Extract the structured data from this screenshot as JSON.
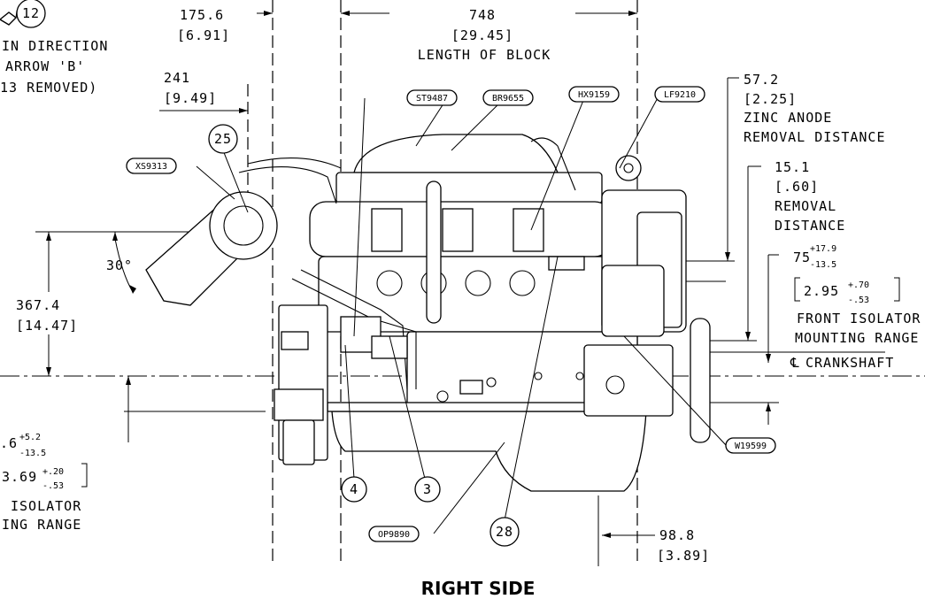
{
  "title": "RIGHT SIDE",
  "dimensions": {
    "block_top_mm": "175.6",
    "block_top_in": "[6.91]",
    "block_length_mm": "748",
    "block_length_in": "[29.45]",
    "block_length_label": "LENGTH OF BLOCK",
    "d241_mm": "241",
    "d241_in": "[9.49]",
    "zinc_mm": "57.2",
    "zinc_in": "[2.25]",
    "zinc_label1": "ZINC ANODE",
    "zinc_label2": "REMOVAL DISTANCE",
    "removal_mm": "15.1",
    "removal_in": "[.60]",
    "removal_label1": "REMOVAL",
    "removal_label2": "DISTANCE",
    "front_mm": "75",
    "front_mm_plus": "+17.9",
    "front_mm_minus": "-13.5",
    "front_in": "2.95",
    "front_in_plus": "+.70",
    "front_in_minus": "-.53",
    "front_label1": "FRONT ISOLATOR",
    "front_label2": "MOUNTING RANGE",
    "crank_label": "CRANKSHAFT",
    "d367_mm": "367.4",
    "d367_in": "[14.47]",
    "rear_mm": ".6",
    "rear_mm_plus": "+5.2",
    "rear_mm_minus": "-13.5",
    "rear_in": "3.69",
    "rear_in_plus": "+.20",
    "rear_in_minus": "-.53",
    "rear_label1": "ISOLATOR",
    "rear_label2": "ING RANGE",
    "d98_mm": "98.8",
    "d98_in": "[3.89]",
    "angle": "30°"
  },
  "notes": {
    "direction_line1": "IN DIRECTION",
    "direction_line2": "ARROW 'B'",
    "direction_line3": "13 REMOVED)"
  },
  "part_numbers": [
    "ST9487",
    "BR9655",
    "HX9159",
    "LF9210",
    "XS9313",
    "W19599",
    "OP9890"
  ],
  "item_numbers": [
    "12",
    "25",
    "4",
    "3",
    "28"
  ]
}
